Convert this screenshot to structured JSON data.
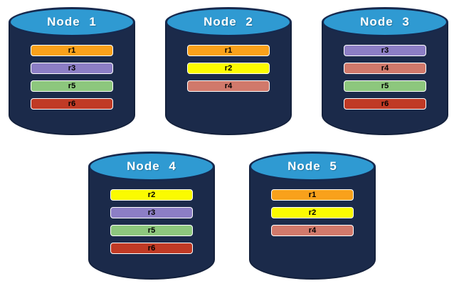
{
  "diagram": {
    "description": "Database cluster replica placement across five nodes",
    "background_color": "#ffffff",
    "cylinder": {
      "body_color": "#1b2a4a",
      "outline_color": "#14213c",
      "top_color": "#2f9ad2",
      "top_outline_color": "#16294e",
      "title_color": "#ffffff"
    },
    "replica_colors": {
      "r1": "#f9a11b",
      "r2": "#fbfb00",
      "r3": "#8c7ec5",
      "r4": "#d1796b",
      "r5": "#8dc77d",
      "r6": "#c03a25"
    },
    "nodes": [
      {
        "name": "Node 1",
        "replicas": [
          {
            "label": "r1",
            "color": "#f9a11b"
          },
          {
            "label": "r3",
            "color": "#8c7ec5"
          },
          {
            "label": "r5",
            "color": "#8dc77d"
          },
          {
            "label": "r6",
            "color": "#c03a25"
          }
        ]
      },
      {
        "name": "Node 2",
        "replicas": [
          {
            "label": "r1",
            "color": "#f9a11b"
          },
          {
            "label": "r2",
            "color": "#fbfb00"
          },
          {
            "label": "r4",
            "color": "#d1796b"
          }
        ]
      },
      {
        "name": "Node 3",
        "replicas": [
          {
            "label": "r3",
            "color": "#8c7ec5"
          },
          {
            "label": "r4",
            "color": "#d1796b"
          },
          {
            "label": "r5",
            "color": "#8dc77d"
          },
          {
            "label": "r6",
            "color": "#c03a25"
          }
        ]
      },
      {
        "name": "Node 4",
        "replicas": [
          {
            "label": "r2",
            "color": "#fbfb00"
          },
          {
            "label": "r3",
            "color": "#8c7ec5"
          },
          {
            "label": "r5",
            "color": "#8dc77d"
          },
          {
            "label": "r6",
            "color": "#c03a25"
          }
        ]
      },
      {
        "name": "Node 5",
        "replicas": [
          {
            "label": "r1",
            "color": "#f9a11b"
          },
          {
            "label": "r2",
            "color": "#fbfb00"
          },
          {
            "label": "r4",
            "color": "#d1796b"
          }
        ]
      }
    ]
  }
}
